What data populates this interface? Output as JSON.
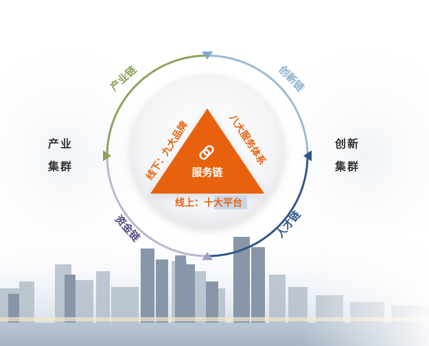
{
  "center": {
    "title": "服务链",
    "icon": "link-icon",
    "color": "#e8620f",
    "offline_label": "线下：九大品牌",
    "services_label": "八大服务体系",
    "online_label": "线上：十大平台"
  },
  "chains": {
    "industry": {
      "label": "产业链",
      "color": "#8aa35a"
    },
    "innovation": {
      "label": "创新链",
      "color": "#8aaecc"
    },
    "talent": {
      "label": "人才链",
      "color": "#2f5688"
    },
    "capital": {
      "label": "资金链",
      "color": "#5b4a82"
    }
  },
  "clusters": {
    "left": {
      "line1": "产业",
      "line2": "集群"
    },
    "right": {
      "line1": "创新",
      "line2": "集群"
    }
  },
  "icons": {
    "top_marker": "triangle-down-icon",
    "left_marker": "triangle-right-icon",
    "right_marker": "triangle-left-icon",
    "bottom_marker": "triangle-up-icon"
  }
}
